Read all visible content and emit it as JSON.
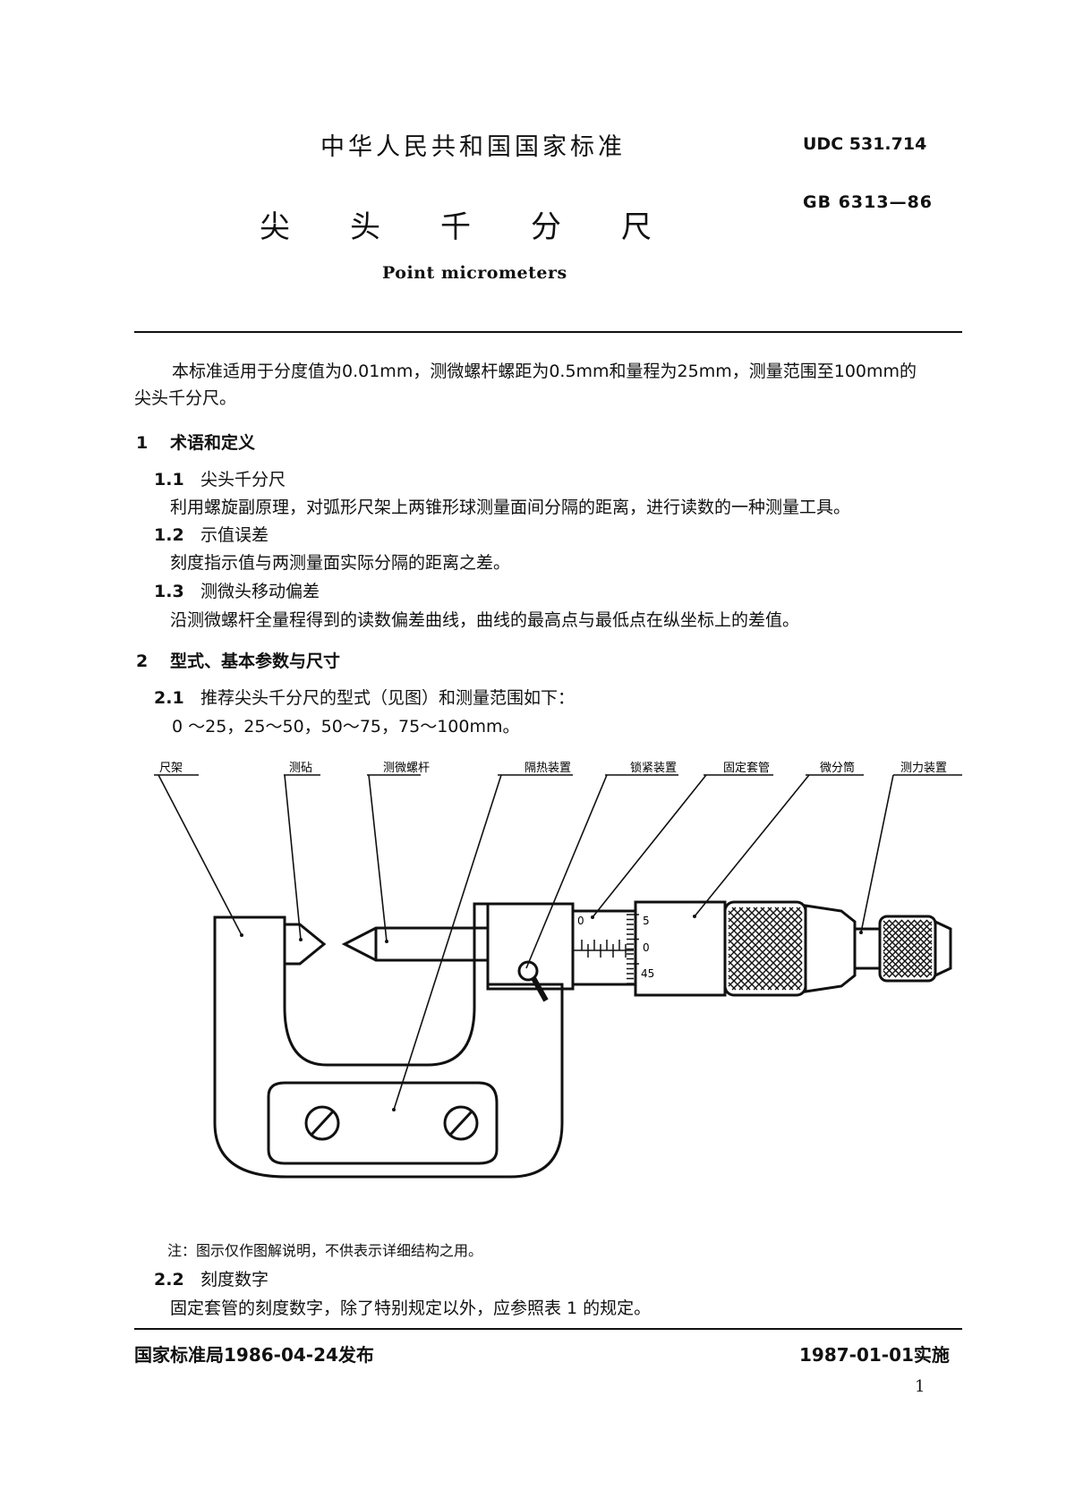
{
  "header": {
    "standard_cn": "中华人民共和国国家标准",
    "udc": "UDC 531.714",
    "gb": "GB 6313—86",
    "title_cn": "尖头千分尺",
    "title_en": "Point micrometers"
  },
  "intro": {
    "line1": "本标准适用于分度值为0.01mm，测微螺杆螺距为0.5mm和量程为25mm，测量范围至100mm的",
    "line2": "尖头千分尺。"
  },
  "section1": {
    "num": "1",
    "title": "术语和定义",
    "items": [
      {
        "num": "1.1",
        "title": "尖头千分尺",
        "text": "利用螺旋副原理，对弧形尺架上两锥形球测量面间分隔的距离，进行读数的一种测量工具。"
      },
      {
        "num": "1.2",
        "title": "示值误差",
        "text": "刻度指示值与两测量面实际分隔的距离之差。"
      },
      {
        "num": "1.3",
        "title": "测微头移动偏差",
        "text": "沿测微螺杆全量程得到的读数偏差曲线，曲线的最高点与最低点在纵坐标上的差值。"
      }
    ]
  },
  "section2": {
    "num": "2",
    "title": "型式、基本参数与尺寸",
    "s21_num": "2.1",
    "s21_title": "推荐尖头千分尺的型式（见图）和测量范围如下：",
    "s21_ranges": "0 ～25，25～50，50～75，75～100mm。",
    "s22_num": "2.2",
    "s22_title": "刻度数字",
    "s22_text": "固定套管的刻度数字，除了特别规定以外，应参照表 1 的规定。"
  },
  "figure": {
    "labels": [
      "尺架",
      "测砧",
      "测微螺杆",
      "隔热装置",
      "锁紧装置",
      "固定套管",
      "微分筒",
      "测力装置"
    ],
    "sleeve_zero": "0",
    "thimble_marks": [
      "5",
      "0",
      "45"
    ],
    "note": "注：图示仅作图解说明，不供表示详细结构之用。"
  },
  "footer": {
    "issued": "国家标准局1986-04-24发布",
    "effective": "1987-01-01实施",
    "page": "1"
  }
}
